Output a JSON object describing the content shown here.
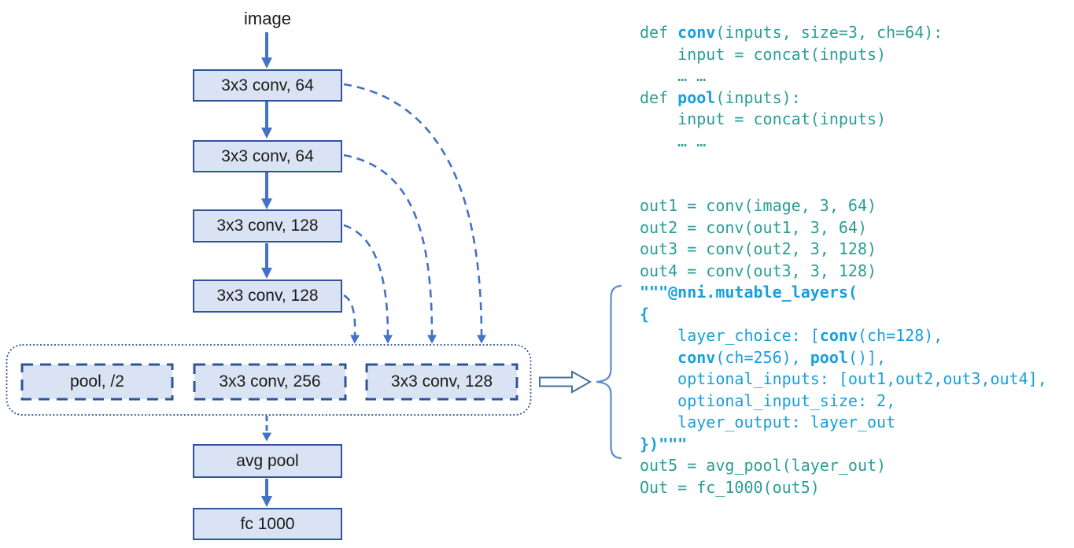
{
  "colors": {
    "box-fill": "#DAE3F3",
    "box-border": "#2F5597",
    "arrow-blue": "#4472C4",
    "brace-blue": "#5B8BC9",
    "hollow-arrow-border": "#41719C",
    "code-teal": "#2B9E96",
    "code-blue": "#189FDE",
    "label-black": "#1A1A1A"
  },
  "diagram": {
    "input_label": "image",
    "main_boxes": [
      {
        "label": "3x3 conv, 64"
      },
      {
        "label": "3x3 conv, 64"
      },
      {
        "label": "3x3 conv, 128"
      },
      {
        "label": "3x3 conv, 128"
      }
    ],
    "choice_boxes": [
      {
        "label": "pool, /2"
      },
      {
        "label": "3x3 conv, 256"
      },
      {
        "label": "3x3 conv, 128"
      }
    ],
    "tail_boxes": [
      {
        "label": "avg pool"
      },
      {
        "label": "fc 1000"
      }
    ]
  },
  "code": {
    "lines": [
      {
        "segs": [
          [
            "def ",
            "t"
          ],
          [
            "conv",
            "bb"
          ],
          [
            "(inputs, size=3, ch=64):",
            "t"
          ]
        ]
      },
      {
        "segs": [
          [
            "    input = concat(inputs)",
            "t"
          ]
        ]
      },
      {
        "segs": [
          [
            "    … …",
            "t"
          ]
        ]
      },
      {
        "segs": [
          [
            "def ",
            "t"
          ],
          [
            "pool",
            "bb"
          ],
          [
            "(inputs):",
            "t"
          ]
        ]
      },
      {
        "segs": [
          [
            "    input = concat(inputs)",
            "t"
          ]
        ]
      },
      {
        "segs": [
          [
            "    … …",
            "t"
          ]
        ]
      },
      {
        "segs": []
      },
      {
        "segs": []
      },
      {
        "segs": [
          [
            "out1 = conv(image, 3, 64)",
            "t"
          ]
        ]
      },
      {
        "segs": [
          [
            "out2 = conv(out1, 3, 64)",
            "t"
          ]
        ]
      },
      {
        "segs": [
          [
            "out3 = conv(out2, 3, 128)",
            "t"
          ]
        ]
      },
      {
        "segs": [
          [
            "out4 = conv(out3, 3, 128)",
            "t"
          ]
        ]
      },
      {
        "segs": [
          [
            "\"\"\"@nni.mutable_layers(",
            "bb"
          ]
        ]
      },
      {
        "segs": [
          [
            "{",
            "bb"
          ]
        ]
      },
      {
        "segs": [
          [
            "    layer_choice: [",
            "b"
          ],
          [
            "conv",
            "bb"
          ],
          [
            "(ch=128),",
            "b"
          ]
        ]
      },
      {
        "segs": [
          [
            "    ",
            "b"
          ],
          [
            "conv",
            "bb"
          ],
          [
            "(ch=256), ",
            "b"
          ],
          [
            "pool",
            "bb"
          ],
          [
            "()],",
            "b"
          ]
        ]
      },
      {
        "segs": [
          [
            "    optional_inputs: [out1,out2,out3,out4],",
            "b"
          ]
        ]
      },
      {
        "segs": [
          [
            "    optional_input_size: 2,",
            "b"
          ]
        ]
      },
      {
        "segs": [
          [
            "    layer_output: layer_out",
            "b"
          ]
        ]
      },
      {
        "segs": [
          [
            "})\"\"\"",
            "bb"
          ]
        ]
      },
      {
        "segs": [
          [
            "out5 = avg_pool(layer_out)",
            "t"
          ]
        ]
      },
      {
        "segs": [
          [
            "Out = fc_1000(out5)",
            "t"
          ]
        ]
      }
    ]
  }
}
